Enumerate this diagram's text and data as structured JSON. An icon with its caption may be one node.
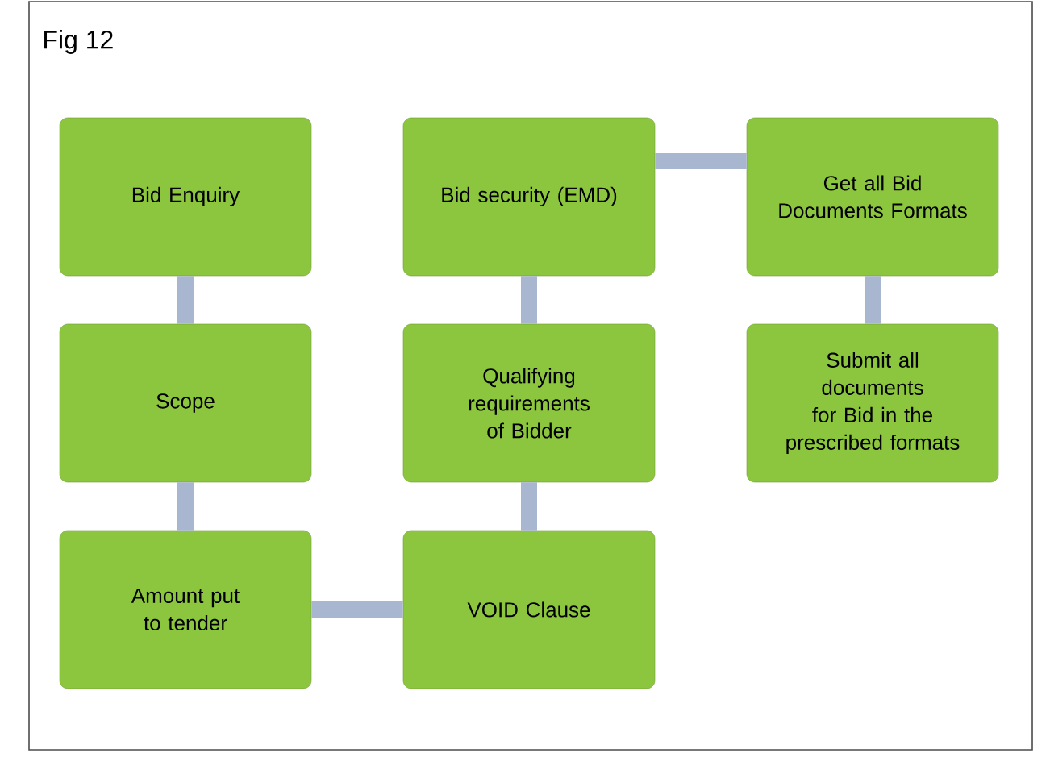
{
  "diagram": {
    "nodes": [
      {
        "text": [
          "Bid Enquiry"
        ]
      },
      {
        "text": [
          "Scope"
        ]
      },
      {
        "text": [
          "Amount put to tender"
        ]
      },
      {
        "text": [
          "VOID Clause"
        ]
      },
      {
        "text": [
          "Qualifying requirements of Bidder"
        ]
      },
      {
        "text": [
          "Bid security (EMD)"
        ]
      },
      {
        "text": [
          "Get all Bid Documents Formats"
        ]
      },
      {
        "text": [
          "Submit all documents for Bid in the prescribed formats"
        ]
      }
    ],
    "edges": [
      {
        "from": 0,
        "to": 1,
        "arrow": "none"
      },
      {
        "from": 1,
        "to": 2,
        "arrow": "none"
      },
      {
        "from": 2,
        "to": 3,
        "arrow": "none"
      },
      {
        "from": 3,
        "to": 4,
        "arrow": "none"
      },
      {
        "from": 4,
        "to": 5,
        "arrow": "none"
      },
      {
        "from": 5,
        "to": 6,
        "arrow": "none"
      },
      {
        "from": 6,
        "to": 7,
        "arrow": "none"
      }
    ],
    "labels": [
      "Fig 12"
    ]
  }
}
